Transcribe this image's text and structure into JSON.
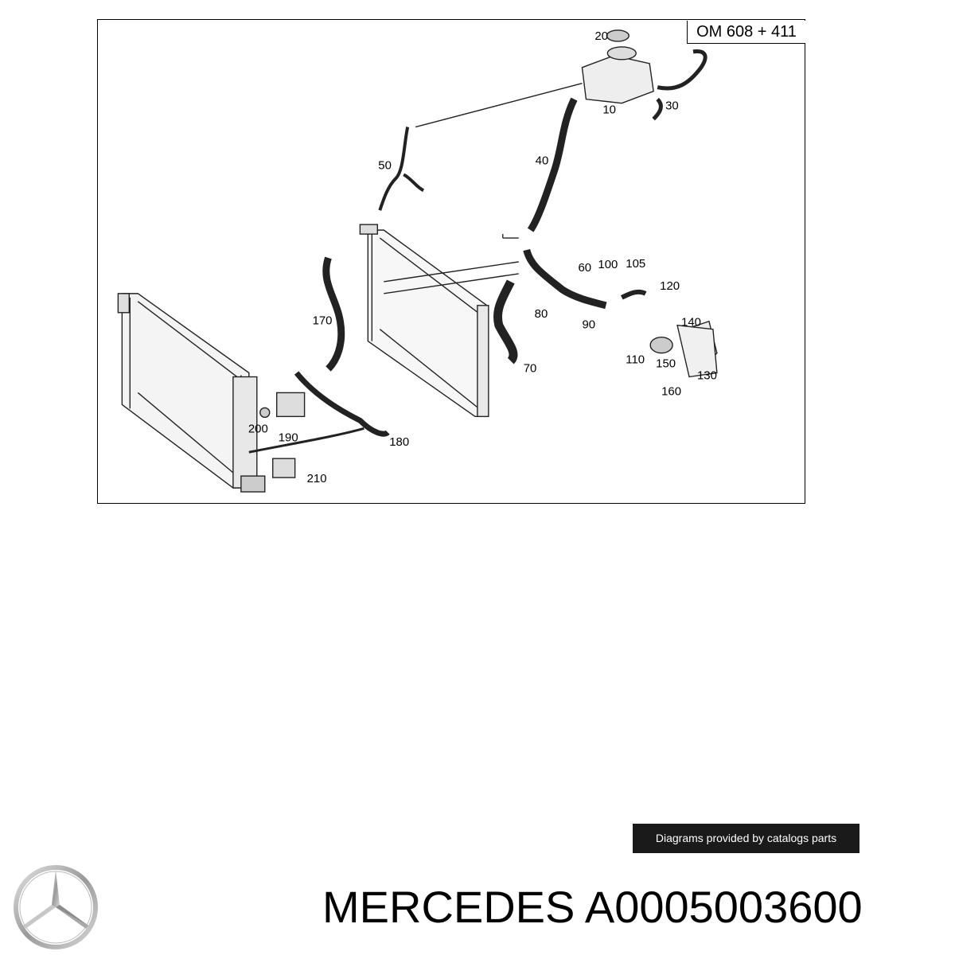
{
  "diagram": {
    "engine_label": "OM 608 + 411",
    "part_labels": [
      {
        "id": "10",
        "text": "10"
      },
      {
        "id": "20",
        "text": "20"
      },
      {
        "id": "30",
        "text": "30"
      },
      {
        "id": "40",
        "text": "40"
      },
      {
        "id": "50",
        "text": "50"
      },
      {
        "id": "60",
        "text": "60"
      },
      {
        "id": "70",
        "text": "70"
      },
      {
        "id": "80",
        "text": "80"
      },
      {
        "id": "90",
        "text": "90"
      },
      {
        "id": "100",
        "text": "100"
      },
      {
        "id": "105",
        "text": "105"
      },
      {
        "id": "110",
        "text": "110"
      },
      {
        "id": "120",
        "text": "120"
      },
      {
        "id": "130",
        "text": "130"
      },
      {
        "id": "140",
        "text": "140"
      },
      {
        "id": "150",
        "text": "150"
      },
      {
        "id": "160",
        "text": "160"
      },
      {
        "id": "170",
        "text": "170"
      },
      {
        "id": "180",
        "text": "180"
      },
      {
        "id": "190",
        "text": "190"
      },
      {
        "id": "200",
        "text": "200"
      },
      {
        "id": "210",
        "text": "210"
      }
    ]
  },
  "credit": "Diagrams provided by catalogs parts",
  "brand": {
    "title": "MERCEDES A0005003600",
    "logo_icon": "mercedes-star-icon"
  }
}
